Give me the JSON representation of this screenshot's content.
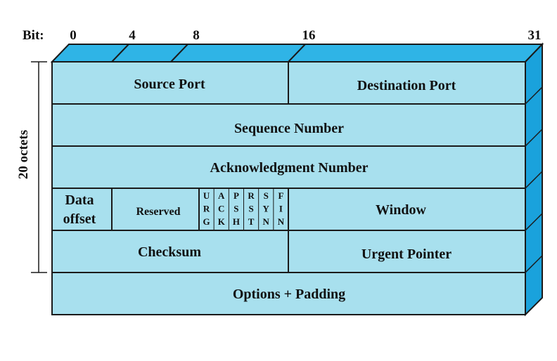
{
  "bit_axis": {
    "label": "Bit:",
    "markers": [
      "0",
      "4",
      "8",
      "16",
      "31"
    ]
  },
  "side_label": "20 octets",
  "fields": {
    "source_port": "Source Port",
    "destination_port": "Destination Port",
    "sequence_number": "Sequence Number",
    "acknowledgment_number": "Acknowledgment Number",
    "data_offset_line1": "Data",
    "data_offset_line2": "offset",
    "reserved": "Reserved",
    "window": "Window",
    "checksum": "Checksum",
    "urgent_pointer": "Urgent Pointer",
    "options_padding": "Options + Padding"
  },
  "flags": [
    {
      "name": "URG",
      "letters": [
        "U",
        "R",
        "G"
      ]
    },
    {
      "name": "ACK",
      "letters": [
        "A",
        "C",
        "K"
      ]
    },
    {
      "name": "PSH",
      "letters": [
        "P",
        "S",
        "H"
      ]
    },
    {
      "name": "RST",
      "letters": [
        "R",
        "S",
        "T"
      ]
    },
    {
      "name": "SYN",
      "letters": [
        "S",
        "Y",
        "N"
      ]
    },
    {
      "name": "FIN",
      "letters": [
        "F",
        "I",
        "N"
      ]
    }
  ],
  "colors": {
    "face": "#a8e0ee",
    "top_face": "#2fb4e6",
    "side_face": "#1aa2dc",
    "outline": "#1a1a1a"
  }
}
